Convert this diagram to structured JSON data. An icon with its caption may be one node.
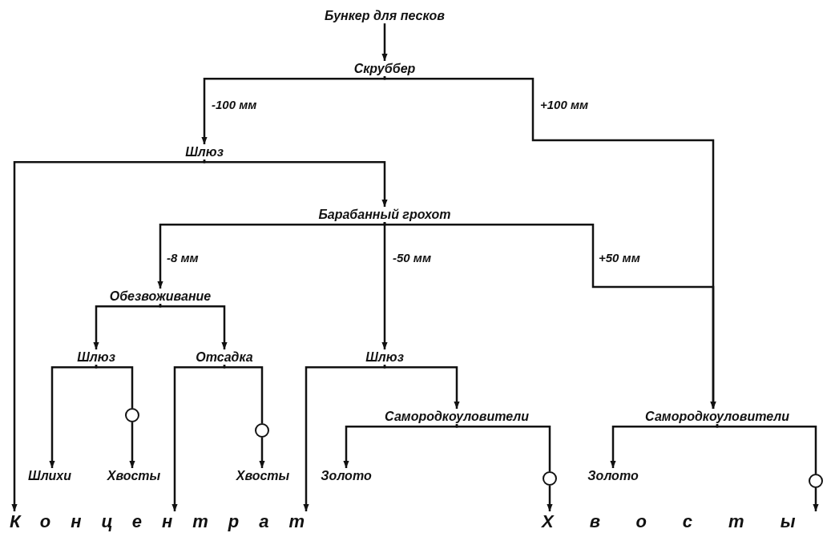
{
  "diagram": {
    "nodes": [
      {
        "text": [
          "Бункер для песков"
        ]
      },
      {
        "text": [
          "Скруббер"
        ]
      },
      {
        "text": [
          "Шлюз"
        ]
      },
      {
        "text": [
          "Барабанный грохот"
        ]
      },
      {
        "text": [
          "Обезвоживание"
        ]
      },
      {
        "text": [
          "Шлюз"
        ]
      },
      {
        "text": [
          "Отсадка"
        ]
      },
      {
        "text": [
          "Шлюз"
        ]
      },
      {
        "text": [
          "Самородкоуловители"
        ]
      },
      {
        "text": [
          "Самородкоуловители"
        ]
      },
      {
        "text": [
          "Шлихи"
        ]
      },
      {
        "text": [
          "Хвосты"
        ]
      },
      {
        "text": [
          "Хвосты"
        ]
      },
      {
        "text": [
          "Золото"
        ]
      },
      {
        "text": [
          "Золото"
        ]
      },
      {
        "text": [],
        "shape": "circle"
      },
      {
        "text": [],
        "shape": "circle"
      },
      {
        "text": [],
        "shape": "circle"
      },
      {
        "text": [],
        "shape": "circle"
      },
      {
        "text": [
          "Концентрат"
        ]
      },
      {
        "text": [
          "Хвосты"
        ]
      }
    ],
    "edges": [
      {
        "from": 0,
        "to": 1,
        "arrow": "to"
      },
      {
        "from": 1,
        "to": 2,
        "arrow": "to",
        "label": "-100 мм"
      },
      {
        "from": 1,
        "to": 9,
        "arrow": "to",
        "label": "+100 мм"
      },
      {
        "from": 2,
        "to": 19,
        "arrow": "to"
      },
      {
        "from": 2,
        "to": 3,
        "arrow": "to"
      },
      {
        "from": 3,
        "to": 4,
        "arrow": "to",
        "label": "-8 мм"
      },
      {
        "from": 3,
        "to": 7,
        "arrow": "to",
        "label": "-50 мм"
      },
      {
        "from": 3,
        "to": 9,
        "arrow": "to",
        "label": "+50 мм"
      },
      {
        "from": 4,
        "to": 5,
        "arrow": "to"
      },
      {
        "from": 4,
        "to": 6,
        "arrow": "to"
      },
      {
        "from": 5,
        "to": 10,
        "arrow": "to"
      },
      {
        "from": 5,
        "to": 15,
        "arrow": "none"
      },
      {
        "from": 15,
        "to": 11,
        "arrow": "to"
      },
      {
        "from": 6,
        "to": 19,
        "arrow": "to"
      },
      {
        "from": 6,
        "to": 16,
        "arrow": "none"
      },
      {
        "from": 16,
        "to": 12,
        "arrow": "to"
      },
      {
        "from": 7,
        "to": 19,
        "arrow": "to"
      },
      {
        "from": 7,
        "to": 8,
        "arrow": "to"
      },
      {
        "from": 8,
        "to": 13,
        "arrow": "to"
      },
      {
        "from": 8,
        "to": 17,
        "arrow": "none"
      },
      {
        "from": 17,
        "to": 20,
        "arrow": "to"
      },
      {
        "from": 9,
        "to": 14,
        "arrow": "to"
      },
      {
        "from": 9,
        "to": 18,
        "arrow": "none"
      },
      {
        "from": 18,
        "to": 20,
        "arrow": "to"
      }
    ]
  }
}
